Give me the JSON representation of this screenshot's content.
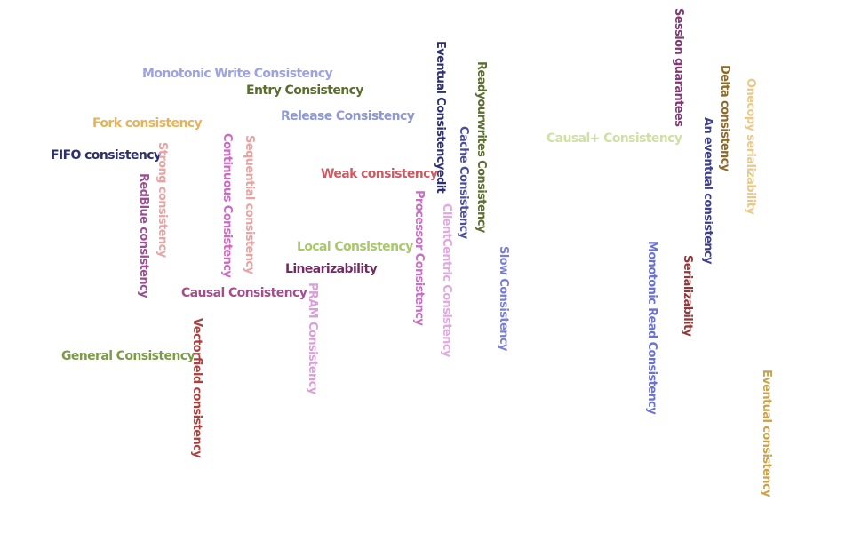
{
  "words": [
    {
      "id": "monotonic-write-consistency",
      "text": "Monotonic Write Consistency",
      "color": "#9ea2e0",
      "orientation": "horizontal"
    },
    {
      "id": "entry-consistency",
      "text": "Entry Consistency",
      "color": "#5b6d2f",
      "orientation": "horizontal"
    },
    {
      "id": "release-consistency",
      "text": "Release Consistency",
      "color": "#8e98d6",
      "orientation": "horizontal"
    },
    {
      "id": "fork-consistency",
      "text": "Fork consistency",
      "color": "#e5b45a",
      "orientation": "horizontal"
    },
    {
      "id": "fifo-consistency",
      "text": "FIFO consistency",
      "color": "#2e2f6d",
      "orientation": "horizontal"
    },
    {
      "id": "weak-consistency",
      "text": "Weak consistency",
      "color": "#cf5a63",
      "orientation": "horizontal"
    },
    {
      "id": "local-consistency",
      "text": "Local Consistency",
      "color": "#a9c86a",
      "orientation": "horizontal"
    },
    {
      "id": "linearizability",
      "text": "Linearizability",
      "color": "#6f2e5f",
      "orientation": "horizontal"
    },
    {
      "id": "causal-consistency",
      "text": "Causal Consistency",
      "color": "#a24f8c",
      "orientation": "horizontal"
    },
    {
      "id": "general-consistency",
      "text": "General Consistency",
      "color": "#7e9b4a",
      "orientation": "horizontal"
    },
    {
      "id": "causal-plus-consistency",
      "text": "Causal+ Consistency",
      "color": "#cfe0a5",
      "orientation": "horizontal"
    },
    {
      "id": "strong-consistency",
      "text": "Strong consistency",
      "color": "#e7a4a2",
      "orientation": "vertical"
    },
    {
      "id": "redblue-consistency",
      "text": "RedBlue consistency",
      "color": "#9b4f93",
      "orientation": "vertical"
    },
    {
      "id": "continuous-consistency",
      "text": "Continuous Consistency",
      "color": "#cf68c5",
      "orientation": "vertical"
    },
    {
      "id": "sequential-consistency",
      "text": "Sequential consistency",
      "color": "#e7a4a2",
      "orientation": "vertical"
    },
    {
      "id": "pram-consistency",
      "text": "PRAM Consistency",
      "color": "#d89fd9",
      "orientation": "vertical"
    },
    {
      "id": "vectorfield-consistency",
      "text": "Vectorfield consistency",
      "color": "#a84040",
      "orientation": "vertical"
    },
    {
      "id": "eventual-consistencyedit",
      "text": "Eventual Consistencyedit",
      "color": "#2e2f6d",
      "orientation": "vertical"
    },
    {
      "id": "readyourwrites-consistency",
      "text": "Readyourwrites Consistency",
      "color": "#5b6d2f",
      "orientation": "vertical"
    },
    {
      "id": "cache-consistency",
      "text": "Cache Consistency",
      "color": "#4d4f98",
      "orientation": "vertical"
    },
    {
      "id": "processor-consistency",
      "text": "Processor Consistency",
      "color": "#c66fc3",
      "orientation": "vertical"
    },
    {
      "id": "clientcentric-consistency",
      "text": "ClientCentric Consistency",
      "color": "#e2a8e2",
      "orientation": "vertical"
    },
    {
      "id": "slow-consistency",
      "text": "Slow Consistency",
      "color": "#7a7fd6",
      "orientation": "vertical"
    },
    {
      "id": "session-guarantees",
      "text": "Session guarantees",
      "color": "#7d3a73",
      "orientation": "vertical"
    },
    {
      "id": "delta-consistency",
      "text": "Delta consistency",
      "color": "#8d6a2a",
      "orientation": "vertical"
    },
    {
      "id": "onecopy-serializability",
      "text": "Onecopy serializability",
      "color": "#e8c98a",
      "orientation": "vertical"
    },
    {
      "id": "an-eventual-consistency",
      "text": "An eventual consistency",
      "color": "#3d3f89",
      "orientation": "vertical"
    },
    {
      "id": "monotonic-read-consistency",
      "text": "Monotonic Read Consistency",
      "color": "#6a72cf",
      "orientation": "vertical"
    },
    {
      "id": "serializability",
      "text": "Serializability",
      "color": "#8e3a3a",
      "orientation": "vertical"
    },
    {
      "id": "eventual-consistency",
      "text": "Eventual consistency",
      "color": "#c9a24a",
      "orientation": "vertical"
    }
  ]
}
